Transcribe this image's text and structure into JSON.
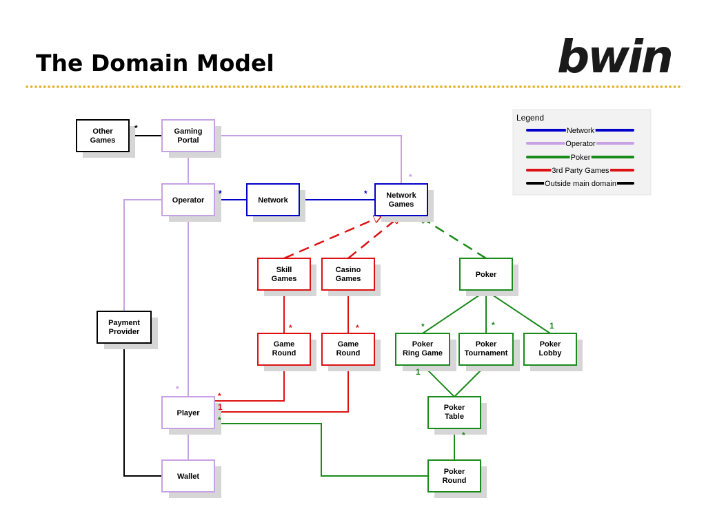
{
  "header": {
    "title": "The Domain Model",
    "logo": "bwin"
  },
  "colors": {
    "network": "#0000c8",
    "operator": "#c8a0e6",
    "poker": "#1a8a1a",
    "third_party": "#dd1111",
    "outside": "#000000"
  },
  "diagram": {
    "boxes": {
      "other_games": [
        "Other",
        "Games"
      ],
      "gaming_portal": [
        "Gaming",
        "Portal"
      ],
      "operator": [
        "Operator"
      ],
      "network": [
        "Network"
      ],
      "network_games": [
        "Network",
        "Games"
      ],
      "skill_games": [
        "Skill",
        "Games"
      ],
      "casino_games": [
        "Casino",
        "Games"
      ],
      "poker": [
        "Poker"
      ],
      "payment_provider": [
        "Payment",
        "Provider"
      ],
      "skill_game_round": [
        "Game",
        "Round"
      ],
      "casino_game_round": [
        "Game",
        "Round"
      ],
      "poker_ring_game": [
        "Poker",
        "Ring Game"
      ],
      "poker_tournament": [
        "Poker",
        "Tournament"
      ],
      "poker_lobby": [
        "Poker",
        "Lobby"
      ],
      "player": [
        "Player"
      ],
      "poker_table": [
        "Poker",
        "Table"
      ],
      "wallet": [
        "Wallet"
      ],
      "poker_round": [
        "Poker",
        "Round"
      ]
    },
    "multiplicities": {
      "other_games_portal": "*",
      "operator_network": "*",
      "network_networkgames": "*",
      "networkgames_top": "*",
      "skill_game_round": "*",
      "casino_game_round": "*",
      "poker_ring_game": "*",
      "poker_tournament": "*",
      "poker_lobby": "1",
      "ring_game_table": "1",
      "player_top": "*",
      "player_game_round_many": "*",
      "player_game_round_one": "1",
      "player_poker_round": "*",
      "table_round": "*"
    }
  },
  "legend": {
    "title": "Legend",
    "items": [
      "Network",
      "Operator",
      "Poker",
      "3rd Party Games",
      "Outside main domain"
    ]
  }
}
